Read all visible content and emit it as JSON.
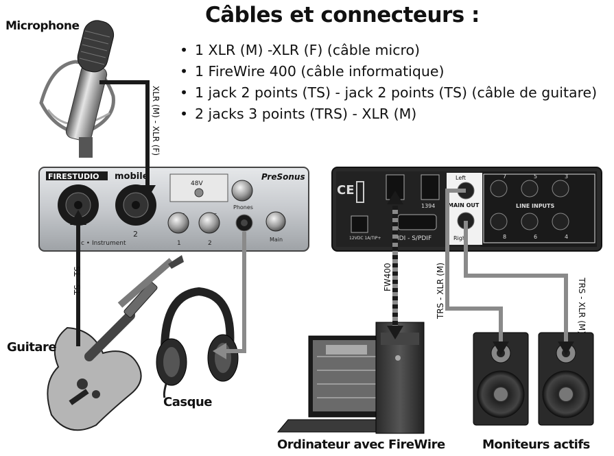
{
  "header": {
    "title": "Câbles et connecteurs :",
    "items": [
      "1 XLR (M) -XLR (F) (câble micro)",
      "1 FireWire 400 (câble informatique)",
      "1 jack 2 points (TS) - jack 2 points (TS) (câble de guitare)",
      "2  jacks 3 points (TRS) - XLR (M)"
    ]
  },
  "devices": {
    "microphone": "Microphone",
    "guitar": "Guitare",
    "headphones": "Casque",
    "computer": "Ordinateur avec FireWire",
    "monitors": "Moniteurs actifs"
  },
  "cables": {
    "mic": "XLR (M) - XLR (F)",
    "guitar": "TS - TS",
    "firewire": "FW400",
    "left_out": "TRS - XLR (M)",
    "right_out": "TRS - XLR (M)"
  },
  "front_panel": {
    "brand": "FIRESTUDIO",
    "model": "mobile",
    "maker": "PreSonus",
    "input_2": "2",
    "input_caption": "c • Instrument",
    "phantom": "48V",
    "phones": "Phones",
    "main": "Main",
    "ch1": "1",
    "ch2": "2",
    "mic_level": "MIC"
  },
  "rear_panel": {
    "ce": "CE",
    "fw_port": "1394",
    "power": "12VDC\n1A/TIP+",
    "midi": "IDI - S/PDIF",
    "left": "Left",
    "main_out": "MAIN OUT",
    "right": "Right",
    "line_inputs": "LINE INPUTS",
    "jacks": [
      "7",
      "5",
      "3",
      "8",
      "6",
      "4"
    ]
  },
  "colors": {
    "cable_dark": "#1a1a1a",
    "cable_gray": "#8a8a8a",
    "panel_silver": "#c9ccd0",
    "panel_black": "#1c1c1c"
  }
}
